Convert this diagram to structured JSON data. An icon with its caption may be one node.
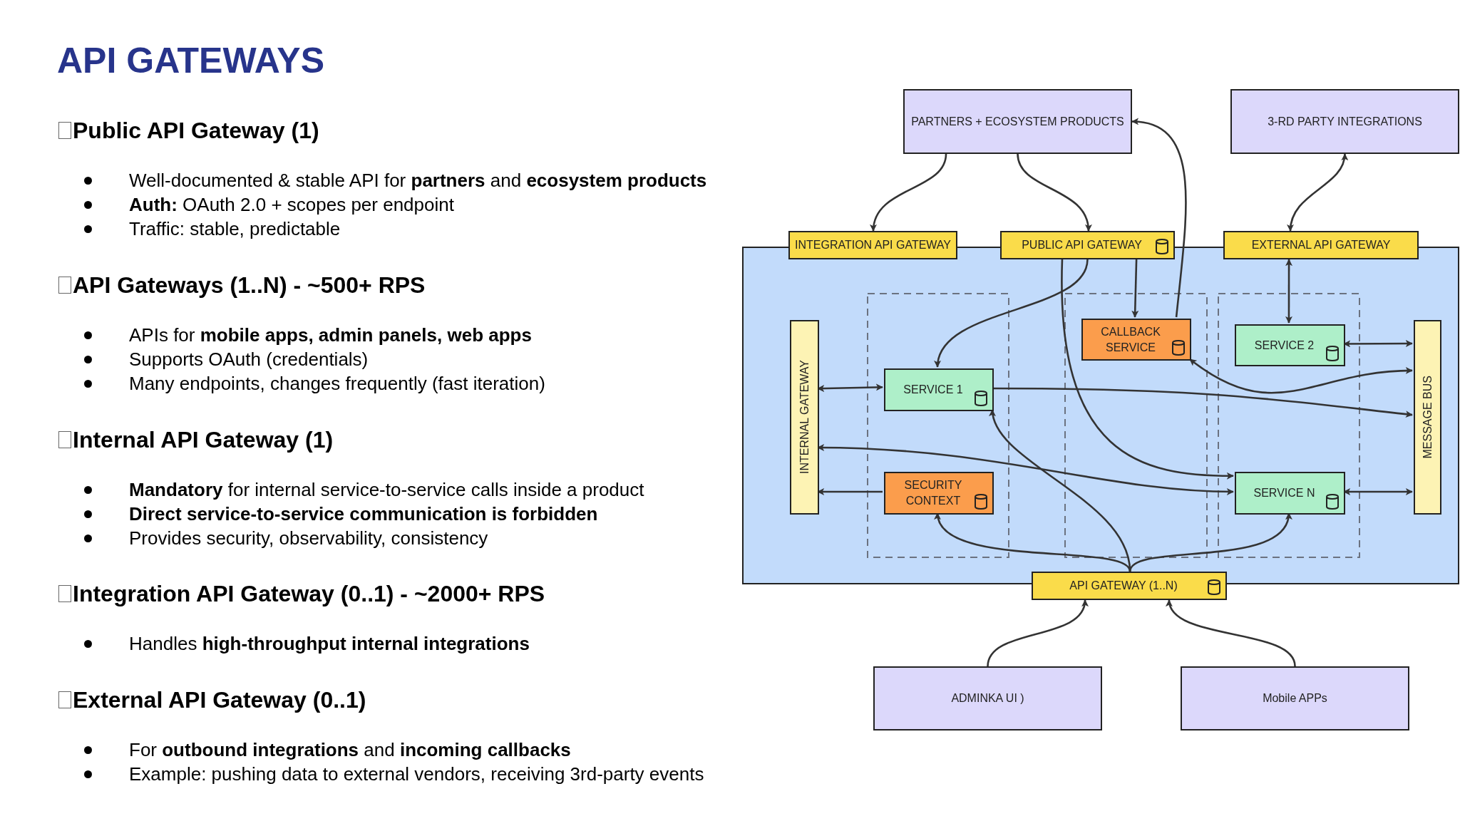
{
  "diagram": {
    "title": "API GATEWAYS",
    "nodes": [
      {
        "text": [
          "PARTNERS + ECOSYSTEM PRODUCTS"
        ]
      },
      {
        "text": [
          "3-RD PARTY INTEGRATIONS"
        ]
      },
      {
        "text": [],
        "shape": "box"
      },
      {
        "text": [
          "INTEGRATION API GATEWAY"
        ]
      },
      {
        "text": [
          "PUBLIC  API GATEWAY"
        ]
      },
      {
        "text": [
          "EXTERNAL API GATEWAY"
        ]
      },
      {
        "text": [
          "INTERNAL GATEWAY"
        ],
        "in": 2
      },
      {
        "text": [
          "SERVICE 1"
        ],
        "in": 2
      },
      {
        "text": [
          "CALLBACK SERVICE"
        ],
        "in": 2
      },
      {
        "text": [
          "SERVICE 2"
        ],
        "in": 2
      },
      {
        "text": [
          "SECURITY CONTEXT"
        ],
        "in": 2
      },
      {
        "text": [
          "SERVICE N"
        ],
        "in": 2
      },
      {
        "text": [
          "MESSAGE BUS"
        ],
        "in": 2
      },
      {
        "text": [
          "API GATEWAY (1..N)"
        ]
      },
      {
        "text": [
          "ADMINKA UI )"
        ]
      },
      {
        "text": [
          "Mobile APPs"
        ]
      }
    ],
    "edges": [
      {
        "from": 0,
        "to": 3,
        "arrow": "to"
      },
      {
        "from": 0,
        "to": 4,
        "arrow": "to"
      },
      {
        "from": 8,
        "to": 0,
        "arrow": "to"
      },
      {
        "from": 5,
        "to": 1,
        "arrow": "both"
      },
      {
        "from": 4,
        "to": 7,
        "arrow": "to"
      },
      {
        "from": 4,
        "to": 8,
        "arrow": "to"
      },
      {
        "from": 4,
        "to": 11,
        "arrow": "to"
      },
      {
        "from": 5,
        "to": 9,
        "arrow": "both"
      },
      {
        "from": 6,
        "to": 7,
        "arrow": "both"
      },
      {
        "from": 7,
        "to": 12,
        "arrow": "to"
      },
      {
        "from": 12,
        "to": 8,
        "arrow": "both"
      },
      {
        "from": 9,
        "to": 12,
        "arrow": "both"
      },
      {
        "from": 6,
        "to": 11,
        "arrow": "both"
      },
      {
        "from": 10,
        "to": 6,
        "arrow": "to"
      },
      {
        "from": 11,
        "to": 12,
        "arrow": "both"
      },
      {
        "from": 13,
        "to": 7,
        "arrow": "to"
      },
      {
        "from": 13,
        "to": 10,
        "arrow": "to"
      },
      {
        "from": 13,
        "to": 11,
        "arrow": "to"
      },
      {
        "from": 14,
        "to": 13,
        "arrow": "to"
      },
      {
        "from": 15,
        "to": 13,
        "arrow": "to"
      }
    ],
    "labels": [
      "Public API Gateway (1)",
      "Well-documented & stable API for **partners** and **ecosystem products**",
      "**Auth:** OAuth 2.0 + scopes per endpoint",
      "Traffic: stable, predictable",
      "API Gateways (1..N) - ~500+ RPS",
      "APIs for **mobile apps, admin panels, web apps**",
      "Supports OAuth (credentials)",
      "Many endpoints, changes frequently (fast iteration)",
      "Internal API Gateway (1)",
      "**Mandatory** for internal service-to-service calls inside a product",
      "Direct service-to-service communication is forbidden",
      "Provides security, observability, consistency",
      "Integration API Gateway (0..1) - ~2000+ RPS",
      "Handles **high-throughput internal integrations**",
      "External API Gateway (0..1)",
      "For **outbound integrations** and **incoming callbacks**",
      "Example: pushing data to external vendors, receiving 3rd-party events"
    ]
  }
}
